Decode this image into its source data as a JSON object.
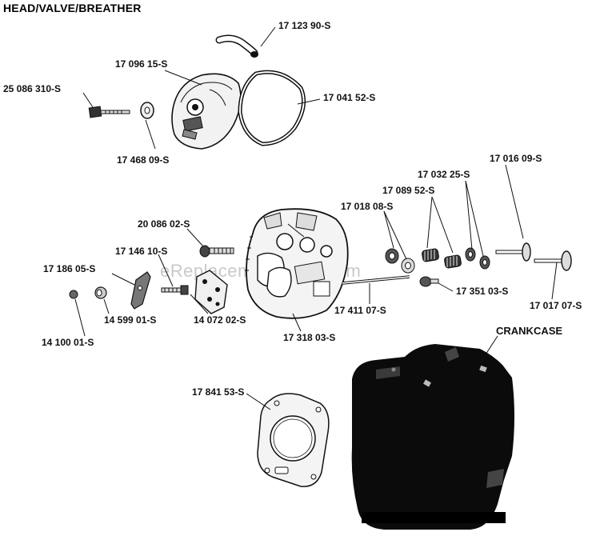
{
  "title": "HEAD/VALVE/BREATHER",
  "watermark": "eReplacementParts.com",
  "labels": {
    "p_171239": "17 123 90-S",
    "p_170961": "17 096 15-S",
    "p_250863": "25 086 310-S",
    "p_170415": "17 041 52-S",
    "p_174680": "17 468 09-S",
    "p_170160": "17 016 09-S",
    "p_170322": "17 032 25-S",
    "p_170895": "17 089 52-S",
    "p_170180": "17 018 08-S",
    "p_200860": "20 086 02-S",
    "p_171461": "17 146 10-S",
    "p_171860": "17 186 05-S",
    "p_173510": "17 351 03-S",
    "p_174110": "17 411 07-S",
    "p_170170": "17 017 07-S",
    "p_145990": "14 599 01-S",
    "p_140720": "14 072 02-S",
    "p_141000": "14 100 01-S",
    "p_173180": "17 318 03-S",
    "crankcase": "CRANKCASE",
    "p_178415": "17 841 53-S"
  }
}
